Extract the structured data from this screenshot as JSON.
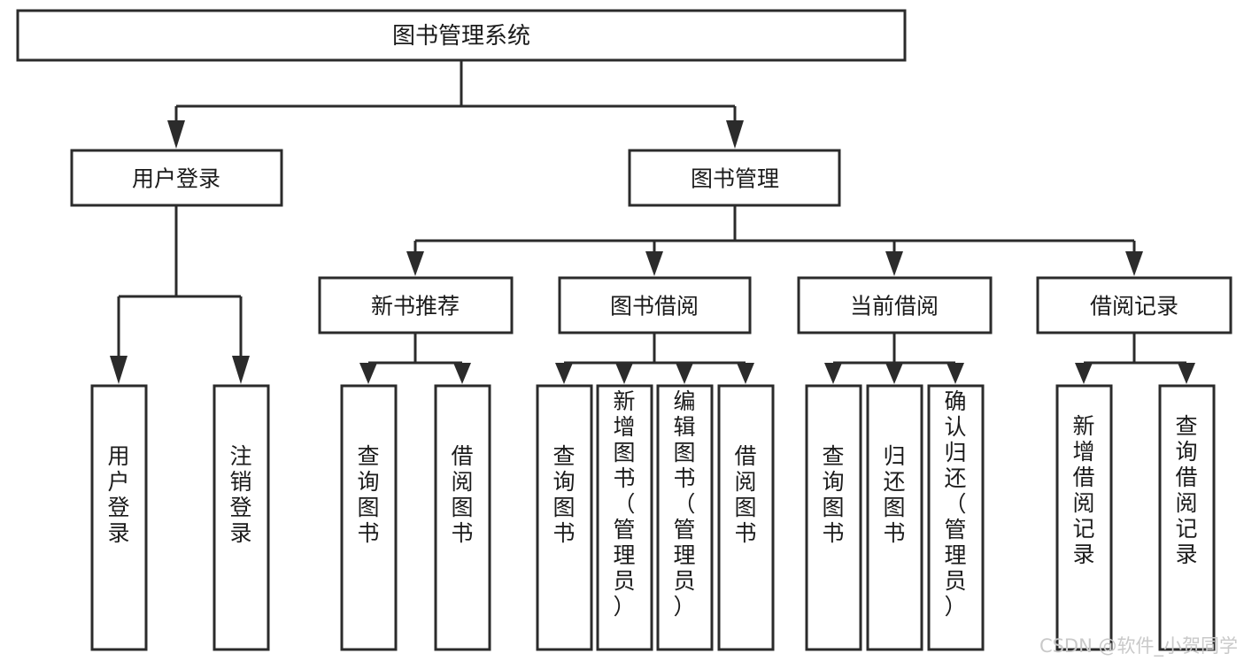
{
  "diagram": {
    "type": "tree-hierarchy-chart",
    "title": "图书管理系统",
    "orientation": "top-down",
    "colors": {
      "box_stroke": "#2b2b2b",
      "box_fill": "#ffffff",
      "connector": "#2b2b2b",
      "text": "#1b1b1b",
      "background": "#ffffff",
      "watermark": "#c9c9c9"
    },
    "levels": {
      "level0": {
        "label": "图书管理系统"
      },
      "level1": [
        {
          "label": "用户登录"
        },
        {
          "label": "图书管理"
        }
      ],
      "level2": [
        {
          "label": "新书推荐",
          "parent": "图书管理"
        },
        {
          "label": "图书借阅",
          "parent": "图书管理"
        },
        {
          "label": "当前借阅",
          "parent": "图书管理"
        },
        {
          "label": "借阅记录",
          "parent": "图书管理"
        }
      ],
      "level3": [
        {
          "label": "用户登录",
          "parent": "用户登录",
          "chars": [
            "用",
            "户",
            "登",
            "录"
          ]
        },
        {
          "label": "注销登录",
          "parent": "用户登录",
          "chars": [
            "注",
            "销",
            "登",
            "录"
          ]
        },
        {
          "label": "查询图书",
          "parent": "新书推荐",
          "chars": [
            "查",
            "询",
            "图",
            "书"
          ]
        },
        {
          "label": "借阅图书",
          "parent": "新书推荐",
          "chars": [
            "借",
            "阅",
            "图",
            "书"
          ]
        },
        {
          "label": "查询图书",
          "parent": "图书借阅",
          "chars": [
            "查",
            "询",
            "图",
            "书"
          ]
        },
        {
          "label": "新增图书（管理员）",
          "parent": "图书借阅",
          "chars": [
            "新",
            "增",
            "图",
            "书",
            "（",
            "管",
            "理",
            "员",
            "）"
          ]
        },
        {
          "label": "编辑图书（管理员）",
          "parent": "图书借阅",
          "chars": [
            "编",
            "辑",
            "图",
            "书",
            "（",
            "管",
            "理",
            "员",
            "）"
          ]
        },
        {
          "label": "借阅图书",
          "parent": "图书借阅",
          "chars": [
            "借",
            "阅",
            "图",
            "书"
          ]
        },
        {
          "label": "查询图书",
          "parent": "当前借阅",
          "chars": [
            "查",
            "询",
            "图",
            "书"
          ]
        },
        {
          "label": "归还图书",
          "parent": "当前借阅",
          "chars": [
            "归",
            "还",
            "图",
            "书"
          ]
        },
        {
          "label": "确认归还（管理员）",
          "parent": "当前借阅",
          "chars": [
            "确",
            "认",
            "归",
            "还",
            "（",
            "管",
            "理",
            "员",
            "）"
          ]
        },
        {
          "label": "新增借阅记录",
          "parent": "借阅记录",
          "chars": [
            "新",
            "增",
            "借",
            "阅",
            "记",
            "录"
          ]
        },
        {
          "label": "查询借阅记录",
          "parent": "借阅记录",
          "chars": [
            "查",
            "询",
            "借",
            "阅",
            "记",
            "录"
          ]
        }
      ]
    },
    "watermark": "CSDN @软件_小贺同学"
  }
}
